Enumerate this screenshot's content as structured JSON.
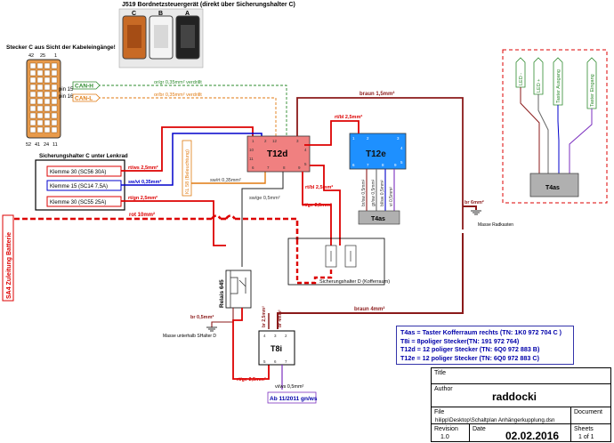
{
  "header": {
    "j519_title": "J519 Bordnetzsteuergerät (direkt über Sicherungshalter C)",
    "connector_letters": [
      "C",
      "B",
      "A"
    ],
    "stecker_c_title": "Stecker C aus Sicht der Kabeleingänge!",
    "pin_numbers_top": [
      "42",
      "25",
      "1"
    ],
    "pin_numbers_bottom": [
      "52",
      "41",
      "24",
      "11"
    ],
    "pin15": "pin 15",
    "pin16": "pin 16"
  },
  "can": {
    "can_h": "CAN-H",
    "can_l": "CAN-L",
    "can_h_wire": "or/gr 0,35mm² verdrillt",
    "can_l_wire": "or/br 0,35mm² verdrillt"
  },
  "fuse_holder_c": {
    "title": "Sicherungshalter C unter Lenkrad",
    "klemme30a": "Klemme 30 (SC56 30A)",
    "klemme15": "Klemme 15 (SC14 7,5A)",
    "klemme30b": "Klemme 30 (SC55 25A)"
  },
  "wires": {
    "rt_ws": "rt/ws 2,5mm²",
    "sw_vi": "sw/vi 0,35mm²",
    "rt_gn": "rt/gn 2,5mm²",
    "rot10": "rot 10mm²",
    "kl58": "KL 58 (Beleuchtung)",
    "sw_rt": "sw/rt 0,35mm²",
    "sw_ge": "sw/ge 0,5mm²",
    "braun15": "braun 1,5mm²",
    "rt_bl_top": "rt/bl 2,5mm²",
    "rt_bl_mid": "rt/bl 2,5mm²",
    "rt_ge": "rt/ge 2,5mm²",
    "br_sw": "br/sw 0,5mm²",
    "gr_sw": "gr/sw 0,5mm²",
    "bl_sw": "bl/sw 0,5mm²",
    "vi_ws_mid": "vi 0,5mm²",
    "br6": "br 6mm²",
    "braun4": "braun 4mm²",
    "br05": "br 0,5mm²",
    "br25": "br 2,5mm²",
    "br4": "br 4mm²",
    "rt_ge_bottom": "rt/ge 2,5mm²",
    "vi_ws_bottom": "vi/ws 0,5mm²"
  },
  "components": {
    "t12d": "T12d",
    "t12e": "T12e",
    "t4as_mid": "T4as",
    "t4as_right": "T4as",
    "t8i": "T8i",
    "relais": "Relais 645",
    "sicherungshalter_d": "Sicherungshalter D (Kofferraum)",
    "sa4": "SA4 Zuleitung Batterie",
    "masse_radkasten": "Masse Radkasten",
    "masse_shalter": "Masse unterhalb SHalter D",
    "ab2011": "Ab 11/2011 gn/ws"
  },
  "t4as_panel": {
    "labels": [
      "LED -",
      "LED +",
      "Taster Ausgang",
      "Taster Eingang"
    ]
  },
  "legend": {
    "line1": "T4as = Taster Kofferraum rechts (TN: 1K0 972 704 C )",
    "line2": "T8i = 8poliger Stecker(TN: 191 972 764)",
    "line3": "T12d = 12 poliger Stecker (TN: 6Q0 972 883 B)",
    "line4": "T12e = 12 poliger Stecker (TN: 6Q0 972 883 C)"
  },
  "title_block": {
    "title_label": "Title",
    "author_label": "Author",
    "author": "raddocki",
    "file_label": "File",
    "file": "hilipp\\Desktop\\Schaltplan Anhängerkupplung.dsn",
    "document_label": "Document",
    "revision_label": "Revision",
    "revision": "1.0",
    "date_label": "Date",
    "date": "02.02.2016",
    "sheets_label": "Sheets",
    "sheets": "1 of 1"
  },
  "colors": {
    "red": "#dd0000",
    "brown": "#8b1a1a",
    "blue": "#0000cc",
    "orange": "#e07a10",
    "green": "#2e8b2e",
    "t12d_fill": "#f08080",
    "t12e_fill": "#1e90ff",
    "grey": "#b0b0b0"
  }
}
